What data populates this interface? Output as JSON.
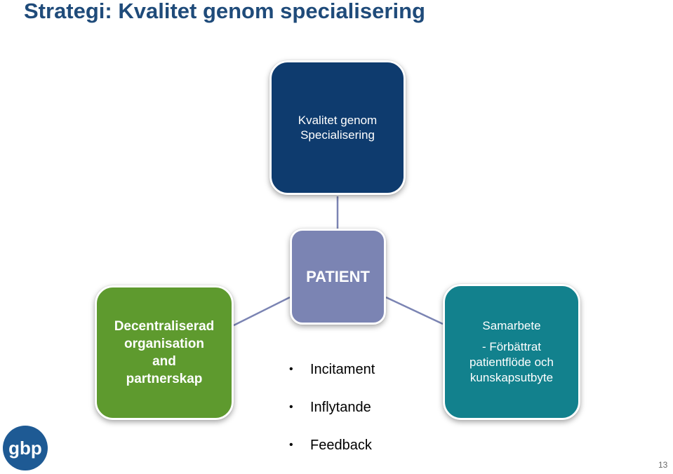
{
  "title": "Strategi: Kvalitet genom specialisering",
  "nodes": {
    "top": {
      "line1": "Kvalitet genom",
      "line2": "Specialisering"
    },
    "center": {
      "label": "PATIENT"
    },
    "left": {
      "line1": "Decentraliserad",
      "line2": "organisation",
      "line3": "and",
      "line4": "partnerskap"
    },
    "right": {
      "line1": "Samarbete",
      "line2": "- Förbättrat",
      "line3": "patientflöde och",
      "line4": "kunskapsutbyte"
    }
  },
  "bullets": [
    "Incitament",
    "Inflytande",
    "Feedback"
  ],
  "logo": {
    "text": "gbp"
  },
  "page_number": "13",
  "colors": {
    "title": "#1f4b7a",
    "top_node": "#0e3b6e",
    "center_node": "#7b84b3",
    "left_node": "#5e9a2e",
    "right_node": "#12818d",
    "logo": "#1e5a94"
  }
}
